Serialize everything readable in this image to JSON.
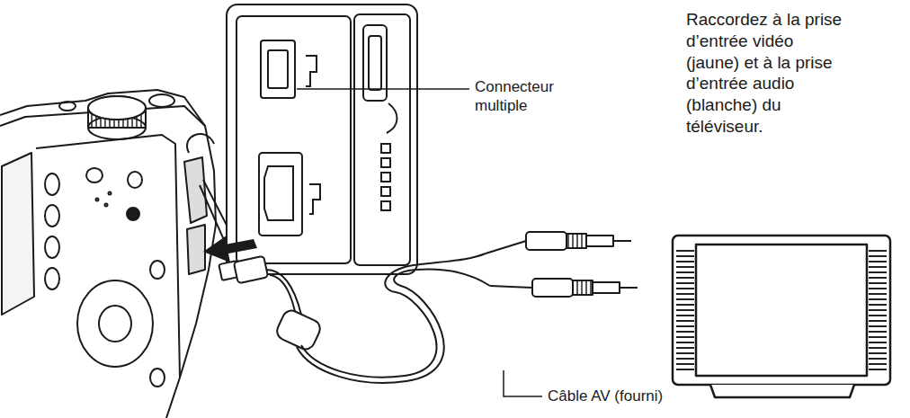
{
  "diagram": {
    "labels": [
      "Connecteur multiple",
      "Raccordez à la prise d’entrée vidéo (jaune) et à la prise d’entrée audio (blanche) du téléviseur.",
      "Câble AV (fourni)"
    ]
  }
}
